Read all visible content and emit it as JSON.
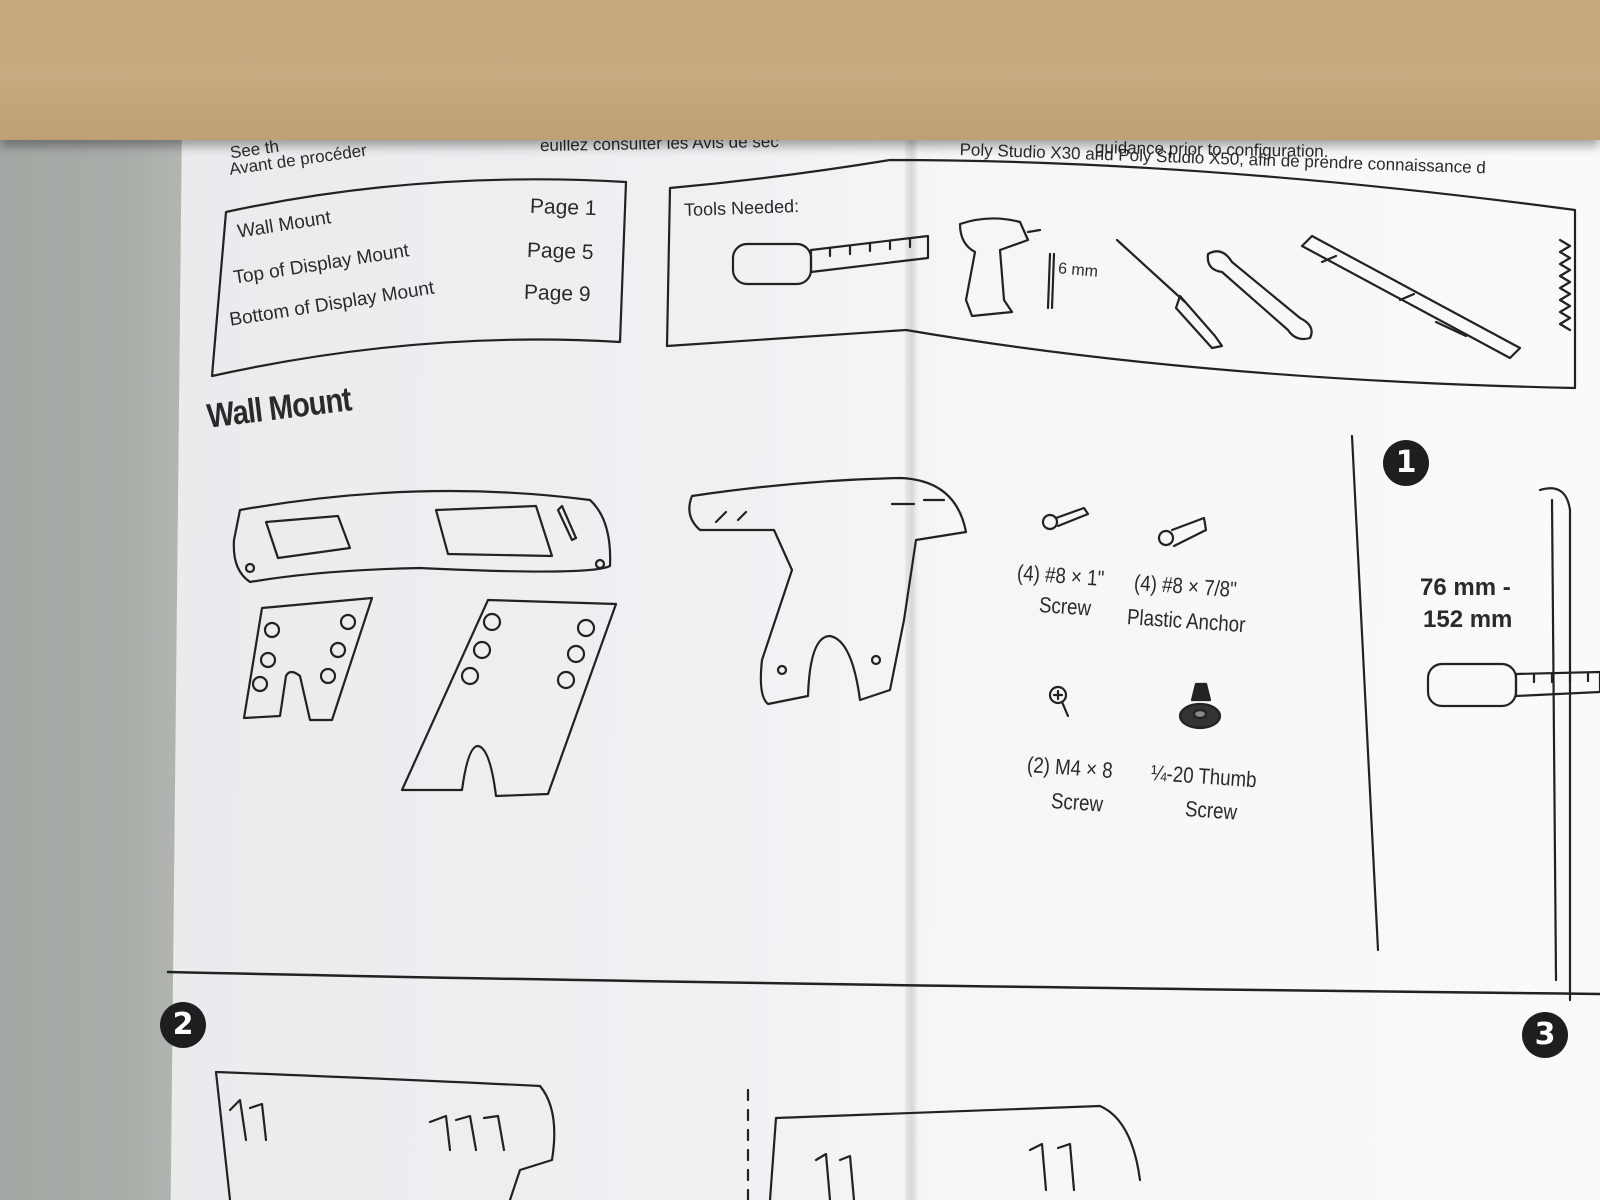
{
  "top_text": {
    "see_fragment": "See th",
    "avant_line": "Avant de procéder",
    "consulter_fragment": "euillez consulter les Avis de séc",
    "guidance_fragment": "guidance prior to configuration.",
    "poly_line": "Poly Studio X30 and Poly Studio X50, afin de prendre connaissance d"
  },
  "contents": {
    "items": [
      {
        "label": "Wall Mount",
        "page": "Page 1"
      },
      {
        "label": "Top of Display Mount",
        "page": "Page 5"
      },
      {
        "label": "Bottom of Display Mount",
        "page": "Page 9"
      }
    ]
  },
  "tools": {
    "title": "Tools Needed:",
    "drill_bit_size": "6 mm"
  },
  "section_title": "Wall Mount",
  "hardware": {
    "screw_qty": "(4) #8 × 1\"",
    "screw_name": "Screw",
    "anchor_qty": "(4) #8 × 7/8\"",
    "anchor_name": "Plastic Anchor",
    "m4_qty": "(2) M4 × 8",
    "m4_name": "Screw",
    "thumb_qty": "¼-20 Thumb",
    "thumb_name": "Screw"
  },
  "step1": {
    "number": "1",
    "measure_line1": "76 mm -",
    "measure_line2": "152 mm"
  },
  "step2": {
    "number": "2"
  },
  "step3": {
    "number": "3"
  }
}
